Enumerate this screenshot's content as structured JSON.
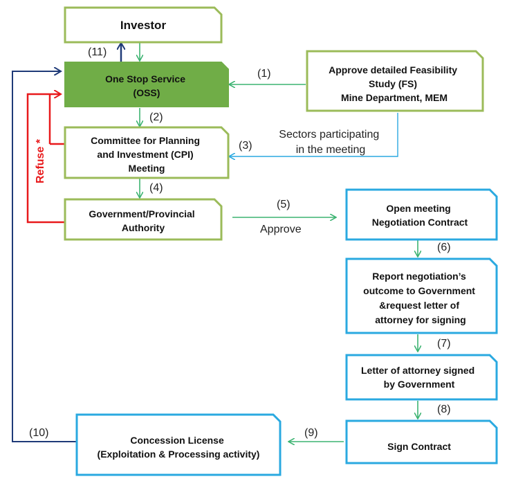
{
  "colors": {
    "green_border": "#9bbb59",
    "oss_fill": "#70ad47",
    "blue_border": "#2aa9e0",
    "green_arrow": "#3cb371",
    "navy_arrow": "#1f3a78",
    "red_arrow": "#e8191b"
  },
  "boxes": {
    "investor": [
      "Investor"
    ],
    "oss": [
      "One Stop Service",
      "(OSS)"
    ],
    "fs": [
      "Approve detailed Feasibility",
      "Study (FS)",
      "Mine Department, MEM"
    ],
    "cpi": [
      "Committee for Planning",
      "and Investment (CPI)",
      "Meeting"
    ],
    "gov": [
      "Government/Provincial",
      "Authority"
    ],
    "open": [
      "Open meeting",
      "Negotiation Contract"
    ],
    "report": [
      "Report negotiation’s",
      "outcome to Government",
      "&request letter of",
      "attorney for signing"
    ],
    "letter": [
      "Letter of attorney signed",
      "by Government"
    ],
    "sign": [
      "Sign Contract"
    ],
    "license": [
      "Concession License",
      "(Exploitation & Processing activity)"
    ]
  },
  "labels": {
    "step1": "(1)",
    "step2": "(2)",
    "step3": "(3)",
    "step4": "(4)",
    "step5": "(5)",
    "step6": "(6)",
    "step7": "(7)",
    "step8": "(8)",
    "step9": "(9)",
    "step10": "(10)",
    "step11": "(11)",
    "approve": "Approve",
    "sectors": [
      "Sectors participating",
      "in the meeting"
    ],
    "refuse": "Refuse *"
  }
}
